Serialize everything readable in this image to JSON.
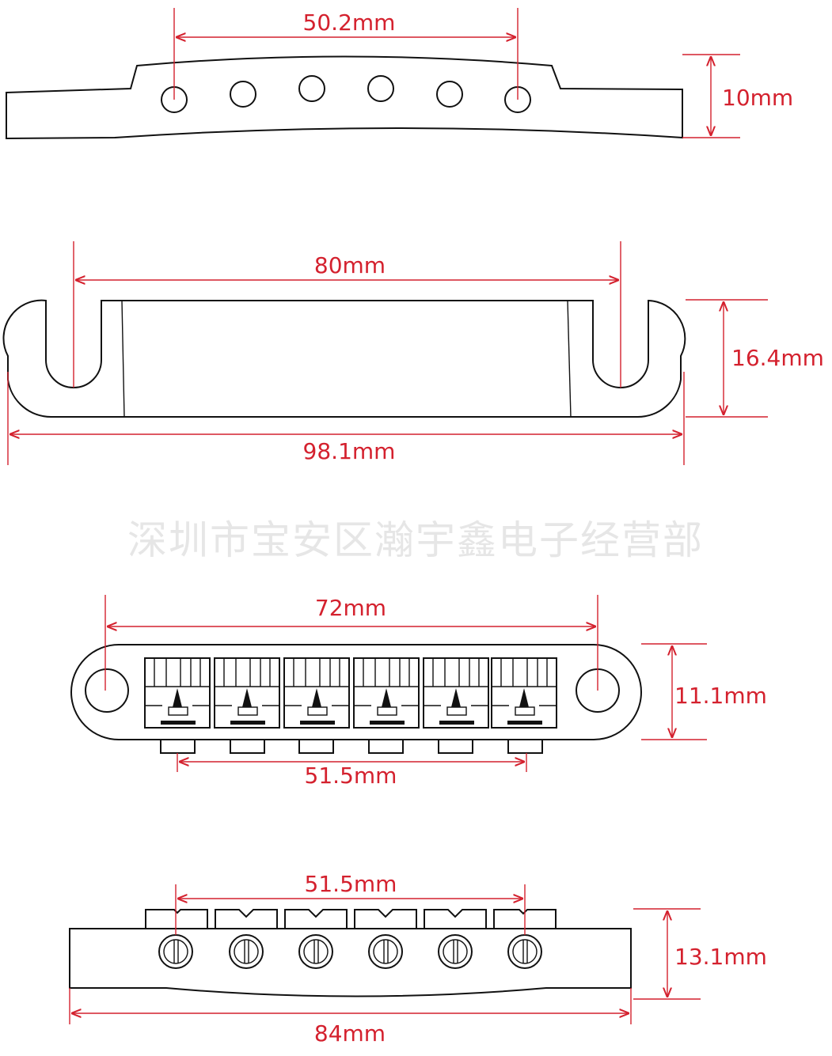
{
  "colors": {
    "dimension": "#d4212e",
    "outline": "#111111",
    "watermark": "#e6e6e6"
  },
  "watermark": "深圳市宝安区瀚宇鑫电子经营部",
  "top_view": {
    "hole_spacing": "50.2mm",
    "height": "10mm"
  },
  "tailpiece": {
    "stud_spacing": "80mm",
    "height": "16.4mm",
    "overall_length": "98.1mm"
  },
  "bridge_top": {
    "stud_spacing": "72mm",
    "width": "11.1mm",
    "string_spacing": "51.5mm"
  },
  "bridge_front": {
    "string_spacing": "51.5mm",
    "height": "13.1mm",
    "overall_length": "84mm"
  }
}
